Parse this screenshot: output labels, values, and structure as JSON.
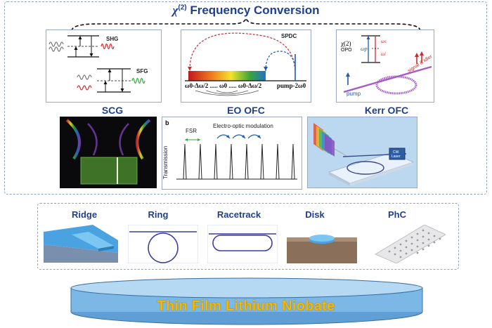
{
  "title_prefix": "χ",
  "title_superscript": "(2)",
  "title_main": " Frequency Conversion",
  "conversion": {
    "shg_label": "SHG",
    "sfg_label": "SFG",
    "spdc_label": "SPDC",
    "spdc_axis_left": "ω0-Δω/2 ..... ω0 ..... ω0-Δω/2",
    "spdc_axis_right": "pump-2ω0",
    "opo_label": "χ(2)",
    "opo_sublabel": "OPO",
    "omega_p": "ωp",
    "omega_s": "ωs",
    "omega_i": "ωi",
    "pump_label": "pump",
    "signal_idler_label": "signal & idler"
  },
  "combs": {
    "scg_label": "SCG",
    "eo_label": "EO OFC",
    "kerr_label": "Kerr OFC",
    "eo_panel_letter": "b",
    "eo_modulation_label": "Electro-optic modulation",
    "fsr_label": "FSR",
    "transmission_label": "Transmission",
    "kerr_cw_label": "CW",
    "kerr_laser_label": "Laser"
  },
  "structures": [
    {
      "label": "Ridge"
    },
    {
      "label": "Ring"
    },
    {
      "label": "Racetrack"
    },
    {
      "label": "Disk"
    },
    {
      "label": "PhC"
    }
  ],
  "platform_label": "Thin Film Lithium Niobate",
  "colors": {
    "title": "#1f3f8f",
    "frame": "#8fa3c7",
    "platform_fill": "#8fc3ea",
    "platform_text": "#f5b800",
    "waveguide": "#3b3f9c"
  }
}
